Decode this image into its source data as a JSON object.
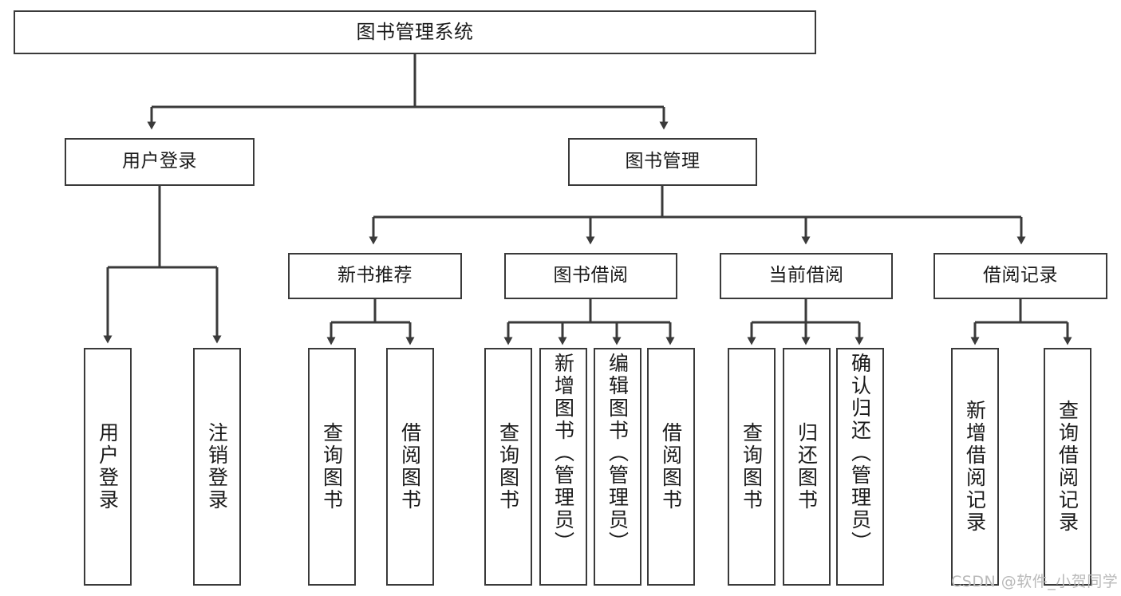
{
  "diagram": {
    "type": "hierarchy-tree",
    "title": "图书管理系统",
    "background_color": "#ffffff",
    "box_border_color": "#3a3a3a",
    "connector_color": "#3a3a3a",
    "text_color": "#1a1a1a",
    "levels": 4
  },
  "watermark": {
    "text": "CSDN @软件_小贺同学",
    "color": "#b9b9b9"
  },
  "nodes": {
    "root": {
      "label": "图书管理系统",
      "level": 1
    },
    "user_login": {
      "label": "用户登录",
      "level": 2
    },
    "book_manage": {
      "label": "图书管理",
      "level": 2
    },
    "new_book_rec": {
      "label": "新书推荐",
      "level": 3
    },
    "book_borrow": {
      "label": "图书借阅",
      "level": 3
    },
    "current_borrow": {
      "label": "当前借阅",
      "level": 3
    },
    "borrow_record": {
      "label": "借阅记录",
      "level": 3
    },
    "leaf_user_login": {
      "label": "用户登录",
      "level": 4
    },
    "leaf_logout": {
      "label": "注销登录",
      "level": 4
    },
    "leaf_query_book_a": {
      "label": "查询图书",
      "level": 4
    },
    "leaf_borrow_book_a": {
      "label": "借阅图书",
      "level": 4
    },
    "leaf_query_book_b": {
      "label": "查询图书",
      "level": 4
    },
    "leaf_add_book": {
      "label": "新增图书（管理员）",
      "level": 4
    },
    "leaf_edit_book": {
      "label": "编辑图书（管理员）",
      "level": 4
    },
    "leaf_borrow_book_b": {
      "label": "借阅图书",
      "level": 4
    },
    "leaf_query_book_c": {
      "label": "查询图书",
      "level": 4
    },
    "leaf_return_book": {
      "label": "归还图书",
      "level": 4
    },
    "leaf_confirm_return": {
      "label": "确认归还（管理员）",
      "level": 4
    },
    "leaf_add_record": {
      "label": "新增借阅记录",
      "level": 4
    },
    "leaf_query_record": {
      "label": "查询借阅记录",
      "level": 4
    }
  },
  "edges": [
    {
      "from": "root",
      "to": "user_login"
    },
    {
      "from": "root",
      "to": "book_manage"
    },
    {
      "from": "user_login",
      "to": "leaf_user_login"
    },
    {
      "from": "user_login",
      "to": "leaf_logout"
    },
    {
      "from": "book_manage",
      "to": "new_book_rec"
    },
    {
      "from": "book_manage",
      "to": "book_borrow"
    },
    {
      "from": "book_manage",
      "to": "current_borrow"
    },
    {
      "from": "book_manage",
      "to": "borrow_record"
    },
    {
      "from": "new_book_rec",
      "to": "leaf_query_book_a"
    },
    {
      "from": "new_book_rec",
      "to": "leaf_borrow_book_a"
    },
    {
      "from": "book_borrow",
      "to": "leaf_query_book_b"
    },
    {
      "from": "book_borrow",
      "to": "leaf_add_book"
    },
    {
      "from": "book_borrow",
      "to": "leaf_edit_book"
    },
    {
      "from": "book_borrow",
      "to": "leaf_borrow_book_b"
    },
    {
      "from": "current_borrow",
      "to": "leaf_query_book_c"
    },
    {
      "from": "current_borrow",
      "to": "leaf_return_book"
    },
    {
      "from": "current_borrow",
      "to": "leaf_confirm_return"
    },
    {
      "from": "borrow_record",
      "to": "leaf_add_record"
    },
    {
      "from": "borrow_record",
      "to": "leaf_query_record"
    }
  ]
}
